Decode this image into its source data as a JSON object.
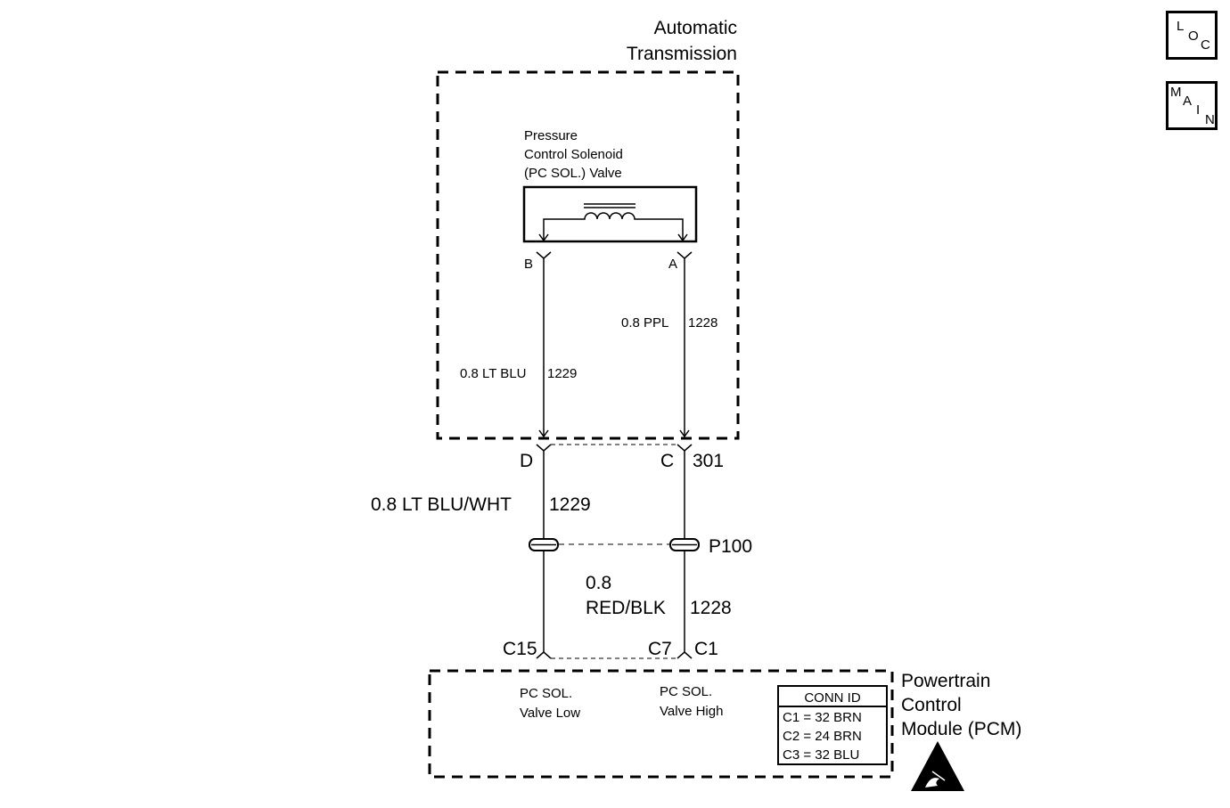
{
  "transmission": {
    "line1": "Automatic",
    "line2": "Transmission"
  },
  "solenoid": {
    "label": [
      "Pressure",
      "Control Solenoid",
      "(PC SOL.) Valve"
    ],
    "pin_b": "B",
    "pin_a": "A"
  },
  "wires_inner": {
    "b": {
      "spec": "0.8 LT BLU",
      "circuit": "1229"
    },
    "a": {
      "spec": "0.8 PPL",
      "circuit": "1228"
    }
  },
  "connector_301": {
    "pin_d": "D",
    "pin_c": "C",
    "id": "301"
  },
  "wire_lt_blu_wht": {
    "spec": "0.8 LT BLU/WHT",
    "circuit": "1229"
  },
  "splice": {
    "id": "P100"
  },
  "wire_red_blk": {
    "gauge": "0.8",
    "color": "RED/BLK",
    "circuit": "1228"
  },
  "pcm_pins": {
    "c15": "C15",
    "c7": "C7",
    "c1": "C1"
  },
  "pcm": {
    "title": [
      "Powertrain",
      "Control",
      "Module (PCM)"
    ],
    "low_label": [
      "PC SOL.",
      "Valve Low"
    ],
    "high_label": [
      "PC SOL.",
      "Valve High"
    ]
  },
  "conn_id": {
    "header": "CONN ID",
    "rows": [
      "C1 = 32 BRN",
      "C2 = 24 BRN",
      "C3 = 32 BLU"
    ]
  },
  "nav": {
    "loc": [
      "L",
      "O",
      "C"
    ],
    "main": [
      "M",
      "A",
      "I",
      "N"
    ]
  },
  "icons": {
    "esd": "esd-warning-icon"
  }
}
